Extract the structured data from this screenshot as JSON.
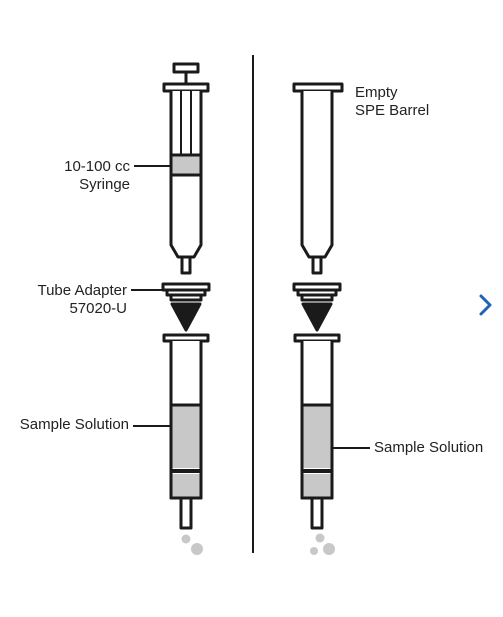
{
  "labels": {
    "syringe_line1": "10-100 cc",
    "syringe_line2": "Syringe",
    "adapter_line1": "Tube Adapter",
    "adapter_line2": "57020-U",
    "sample_left": "Sample Solution",
    "barrel_line1": "Empty",
    "barrel_line2": "SPE Barrel",
    "sample_right": "Sample Solution"
  },
  "nav": {
    "next_icon": "chevron-right-icon"
  },
  "colors": {
    "line": "#1a1a1a",
    "fill": "#c8c8c8",
    "droplet": "#c8c8c8",
    "accent": "#1e63b4"
  }
}
